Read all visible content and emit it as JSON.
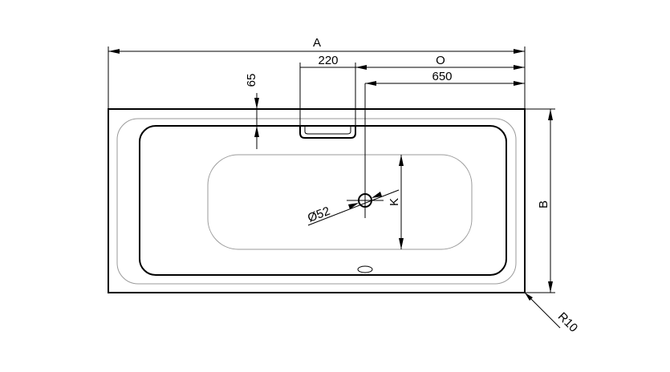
{
  "dimensions": {
    "overall_length": "A",
    "overflow_width": "220",
    "overflow_offset": "O",
    "drain_offset": "650",
    "rim_depth": "65",
    "drain_diameter": "Ø52",
    "drain_position": "K",
    "overall_width": "B",
    "corner_radius": "R10"
  }
}
